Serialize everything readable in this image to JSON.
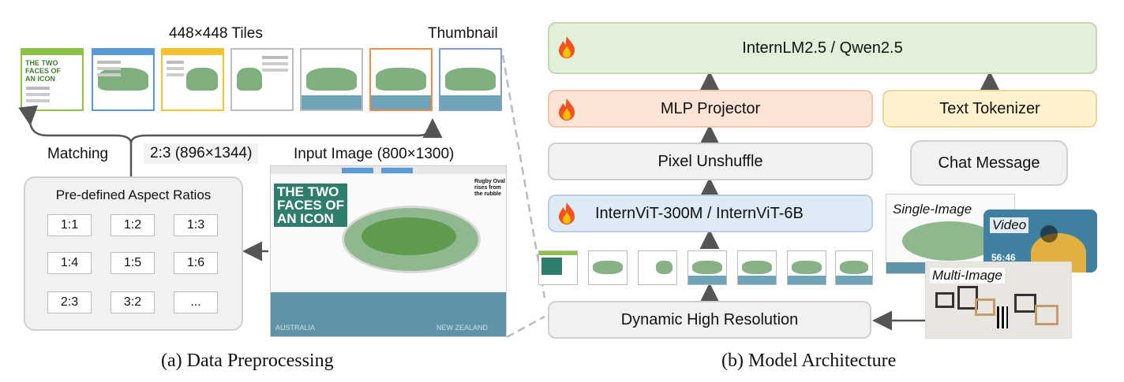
{
  "left": {
    "tiles_title": "448×448 Tiles",
    "thumbnail_label": "Thumbnail",
    "matching_label": "Matching",
    "matched_ratio": "2:3 (896×1344)",
    "input_image_label": "Input Image (800×1300)",
    "aspect_title": "Pre-defined Aspect Ratios",
    "ratios": [
      "1:1",
      "1:2",
      "1:3",
      "1:4",
      "1:5",
      "1:6",
      "2:3",
      "3:2",
      "..."
    ],
    "poster": {
      "headline_1": "THE TWO",
      "headline_2": "FACES OF",
      "headline_3": "AN ICON",
      "side_title": "Rugby Oval rises from the rubble",
      "region_1": "AUSTRALIA",
      "region_2": "NEW ZEALAND",
      "tile_colors": [
        "#8bc34a",
        "#5b9bd5",
        "#f2c12e",
        "#9e9e9e",
        "#7f9fc9",
        "#f08a4b",
        "#7f9fc9"
      ]
    },
    "caption": "(a) Data Preprocessing"
  },
  "right": {
    "llm": "InternLM2.5 / Qwen2.5",
    "mlp": "MLP Projector",
    "tokenizer": "Text Tokenizer",
    "pixel": "Pixel Unshuffle",
    "chat": "Chat Message",
    "vit": "InternViT-300M / InternViT-6B",
    "dhr": "Dynamic High Resolution",
    "single_image": "Single-Image",
    "video": "Video",
    "video_time": "56:46",
    "multi_image": "Multi-Image",
    "caption": "(b) Model Architecture"
  }
}
